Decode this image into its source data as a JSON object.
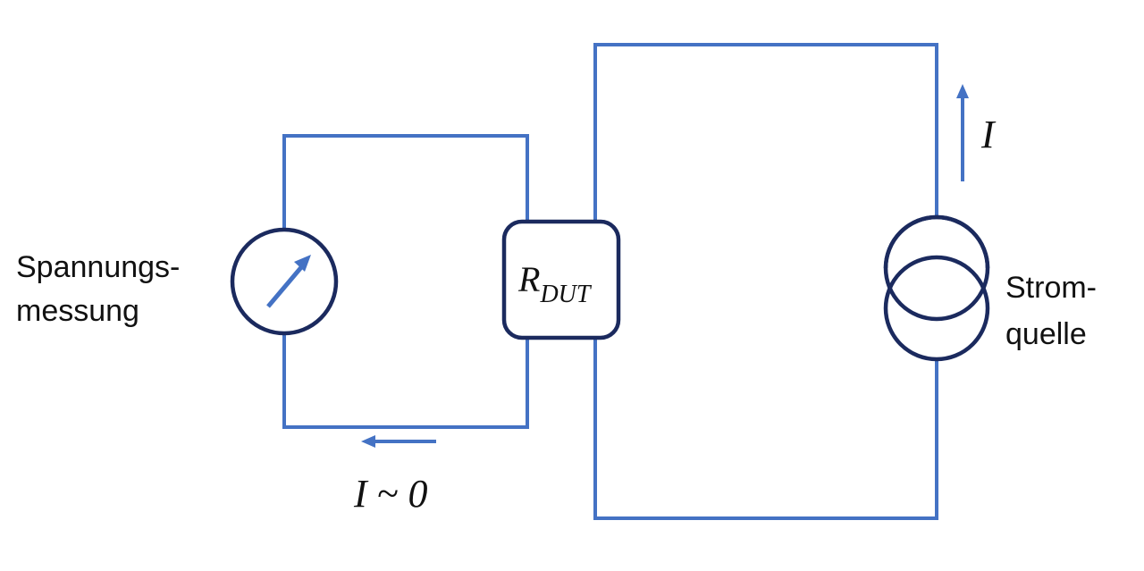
{
  "labels": {
    "voltmeter_line1": "Spannungs-",
    "voltmeter_line2": "messung",
    "source_line1": "Strom-",
    "source_line2": "quelle",
    "dut_main": "R",
    "dut_sub": "DUT",
    "source_current": "I",
    "sense_current": "I ~ 0"
  },
  "colors": {
    "wire": "#4472c4",
    "component_outline": "#1b2a5e",
    "text": "#111111",
    "background": "#ffffff"
  },
  "components": [
    {
      "name": "voltmeter",
      "icon": "meter-needle-icon"
    },
    {
      "name": "dut",
      "icon": "rounded-resistor-box"
    },
    {
      "name": "current-source",
      "icon": "double-circle-current-source-icon"
    }
  ]
}
